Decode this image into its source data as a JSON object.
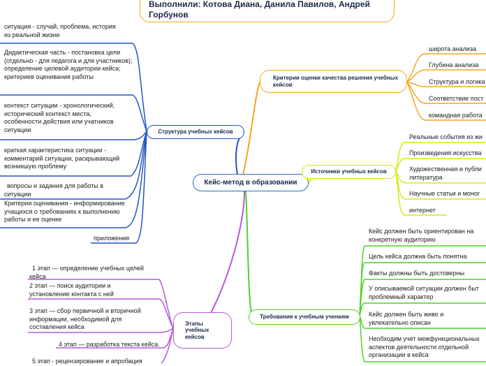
{
  "title_box": {
    "text": "Выполнили: Котова Диана, Данила Павилов, Андрей Горбунов"
  },
  "central": {
    "label": "Кейс-метод в образовании"
  },
  "branches": {
    "structure": {
      "label": "Структура учебных кейсов",
      "items": [
        "ситуация - случай, проблема, история из реальной жизни",
        "Дидактическая часть - постановка цели (отдельно - для педагога и для участников); определение целевой аудитории кейса; критериев оценивания работы",
        "контекст ситуации - хронологический, исторический контекст места, особенности действия или учатников ситуации",
        "краткая характеристика ситуации - комментарий ситуации, раскрывающий возникшую проблему",
        "вопросы и задания для работы в ситуации",
        "Критерии оценивания - информирование учащихся о требованиях к выполнению работы и ее оценке",
        "приложения"
      ]
    },
    "stages": {
      "label": "Этапы учебных кейсов",
      "items": [
        "1 этап — определение учебных целей кейса",
        "2 этап — поиск аудитории и установление контакта с ней",
        "3 этап — сбор первичной и вторичной информации, необходимой для составления кейса",
        "4 этап — разработка текста кейса.",
        "5 этап - рецензирование и апробация"
      ]
    },
    "criteria": {
      "label": "Критерии оценки качества решения учебных кейсов",
      "items": [
        "широта анализа",
        "Глубина анализа",
        "Структура и логика",
        "Соответствие пост",
        "командная работа"
      ]
    },
    "sources": {
      "label": "Источники учебных кейсов",
      "items": [
        "Реальные события из жи",
        "Произведения искусства",
        "Художественная и публи литература",
        "Научные статьи и моног",
        "интернет"
      ]
    },
    "requirements": {
      "label": "Требования к учебным учениям",
      "items": [
        "Кейс должен быть ориентирован на конкретную аудиторию",
        "Цель кейса должна быть понятна",
        "Факты должны быть достоверны",
        "У описываемой ситуации должен быт проблемный характер",
        "Кейс должен быть живо и увлекательно описан",
        "Необходим учет межфункциональных аспектов деятельности отдельной организации в кейса"
      ]
    }
  },
  "colors": {
    "structure": "#2255c4",
    "stages": "#b45ad8",
    "criteria": "#f5a623",
    "sources": "#d6e81c",
    "requirements": "#4fd12a",
    "central": "#2f6db5"
  }
}
